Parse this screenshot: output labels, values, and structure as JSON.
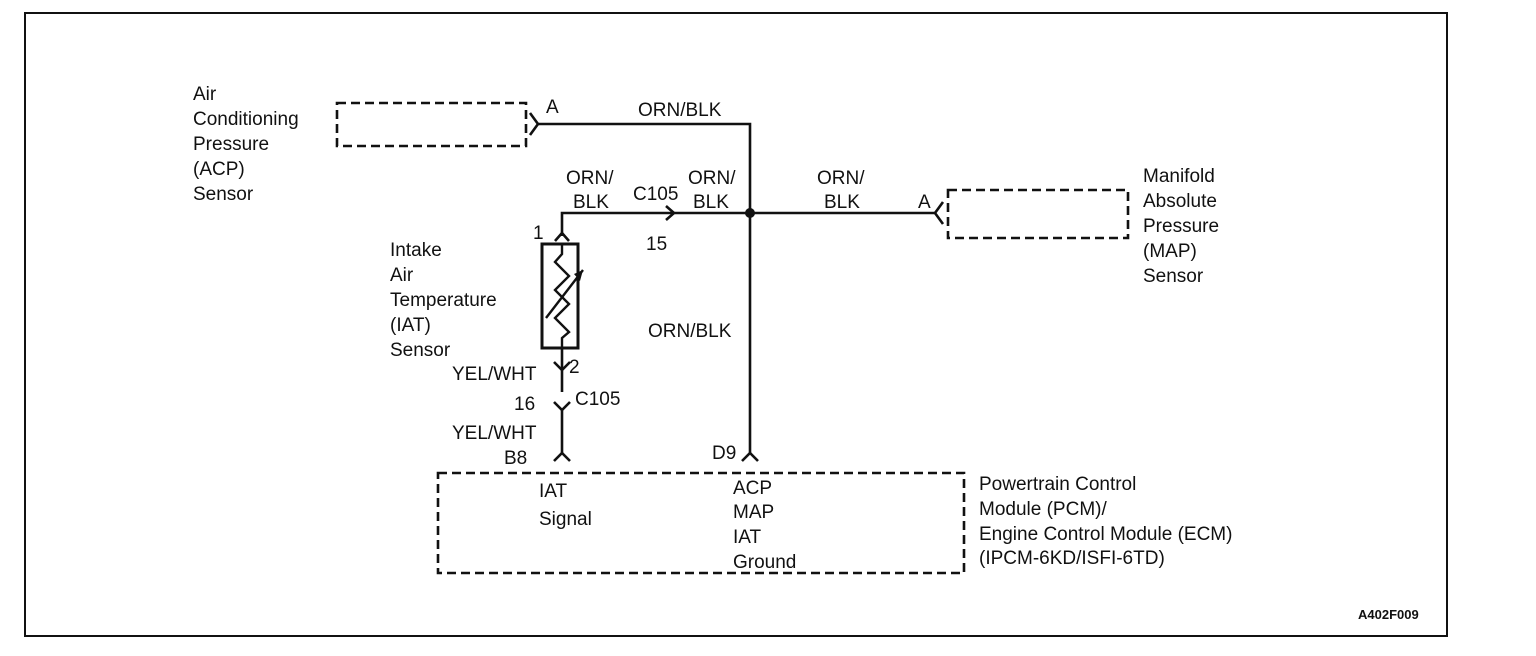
{
  "acp_sensor": {
    "lines": [
      "Air",
      "Conditioning",
      "Pressure",
      "(ACP)",
      "Sensor"
    ],
    "pin": "A"
  },
  "map_sensor": {
    "lines": [
      "Manifold",
      "Absolute",
      "Pressure",
      "(MAP)",
      "Sensor"
    ],
    "pin": "A"
  },
  "iat_sensor": {
    "lines": [
      "Intake",
      "Air",
      "Temperature",
      "(IAT)",
      "Sensor"
    ],
    "pin_top": "1",
    "pin_bottom": "2"
  },
  "wires": {
    "acp_wire": "ORN/BLK",
    "iat_top_a": "ORN/",
    "iat_top_b": "BLK",
    "splice_left_a": "ORN/",
    "splice_left_b": "BLK",
    "map_wire_a": "ORN/",
    "map_wire_b": "BLK",
    "pcm_vertical": "ORN/BLK",
    "iat_signal_upper": "YEL/WHT",
    "iat_signal_lower": "YEL/WHT"
  },
  "connectors": {
    "c105_top": "C105",
    "c105_top_pin": "15",
    "c105_bottom": "C105",
    "c105_bottom_pin": "16"
  },
  "pcm": {
    "pin_iat": "B8",
    "pin_acp": "D9",
    "iat_terminal": [
      "IAT",
      "Signal"
    ],
    "ground_terminal": [
      "ACP",
      "MAP",
      "IAT",
      "Ground"
    ],
    "label": [
      "Powertrain Control",
      "Module (PCM)/",
      "Engine Control Module (ECM)",
      "(IPCM-6KD/ISFI-6TD)"
    ]
  },
  "figure_id": "A402F009"
}
